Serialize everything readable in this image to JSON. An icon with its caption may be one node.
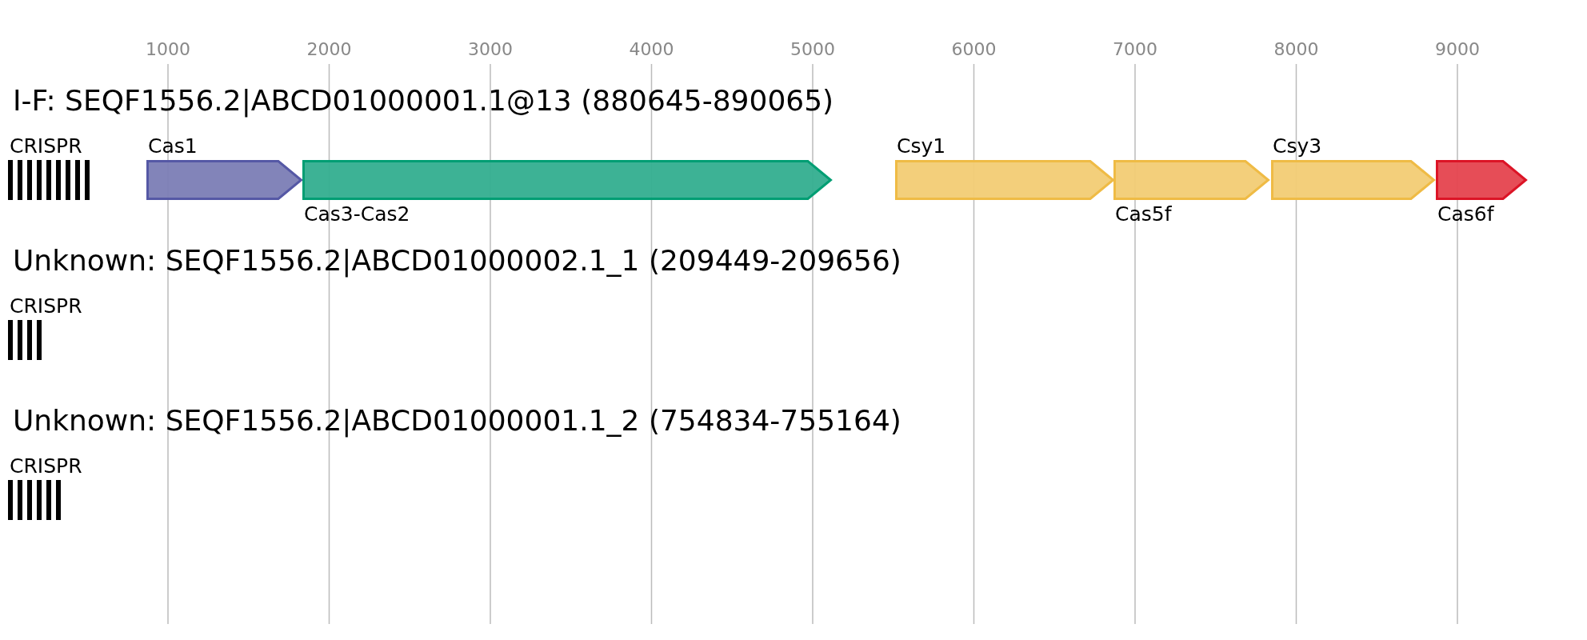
{
  "diagram": {
    "nodes": [
      {
        "text": [
          "CRISPR"
        ]
      },
      {
        "text": [
          "Cas1"
        ]
      },
      {
        "text": [
          "Cas3-Cas2"
        ]
      },
      {
        "text": [
          "Csy1"
        ]
      },
      {
        "text": [
          "Cas5f"
        ]
      },
      {
        "text": [
          "Csy3"
        ]
      },
      {
        "text": [
          "Cas6f"
        ]
      },
      {
        "text": [
          "CRISPR"
        ]
      },
      {
        "text": [
          "CRISPR"
        ]
      }
    ],
    "labels": [
      "1000",
      "2000",
      "3000",
      "4000",
      "5000",
      "6000",
      "7000",
      "8000",
      "9000",
      "I-F: SEQF1556.2|ABCD01000001.1@13 (880645-890065)",
      "Unknown: SEQF1556.2|ABCD01000002.1_1 (209449-209656)",
      "Unknown: SEQF1556.2|ABCD01000001.1_2 (754834-755164)"
    ]
  }
}
